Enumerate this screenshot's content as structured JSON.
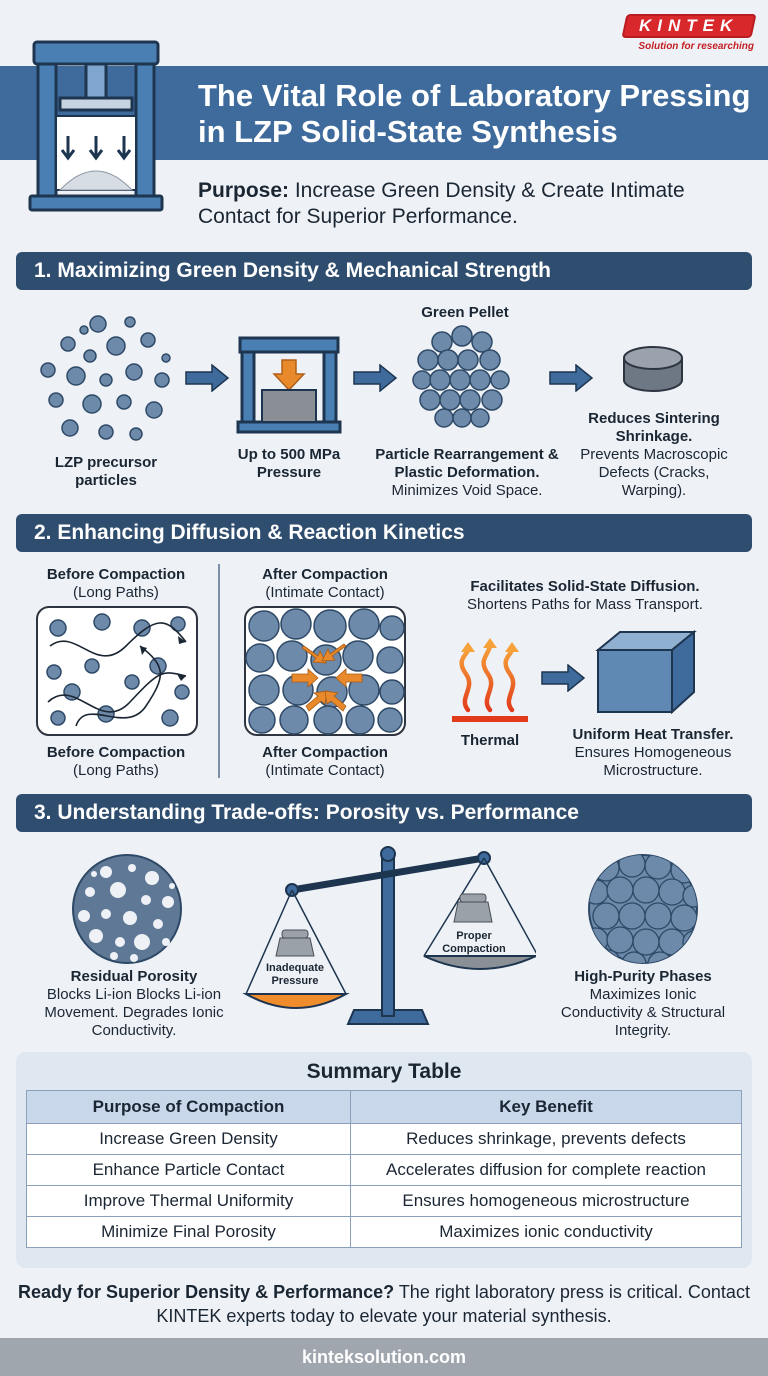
{
  "brand": {
    "name": "KINTEK",
    "tagline": "Solution for researching"
  },
  "header": {
    "title": "The Vital Role of Laboratory Pressing in LZP Solid-State Synthesis",
    "purpose_label": "Purpose:",
    "purpose_text": " Increase Green Density & Create Intimate Contact for Superior Performance."
  },
  "section1": {
    "title": "1. Maximizing Green Density & Mechanical Strength",
    "precursor_label": "LZP precursor particles",
    "pressure_label": "Up to 500 MPa Pressure",
    "pellet_title": "Green Pellet",
    "pellet_bold": "Particle Rearrangement & Plastic Deformation.",
    "pellet_text": "Minimizes Void Space.",
    "shrink_bold": "Reduces Sintering Shrinkage.",
    "shrink_text": "Prevents Macroscopic Defects (Cracks, Warping)."
  },
  "section2": {
    "title": "2. Enhancing Diffusion & Reaction Kinetics",
    "before_bold": "Before Compaction",
    "before_text": "(Long Paths)",
    "after_bold": "After Compaction",
    "after_text": "(Intimate Contact)",
    "diffusion_bold": "Facilitates Solid-State Diffusion.",
    "diffusion_text": "Shortens Paths for Mass Transport.",
    "thermal_label": "Thermal",
    "heat_bold": "Uniform Heat Transfer.",
    "heat_text": "Ensures Homogeneous Microstructure."
  },
  "section3": {
    "title": "3. Understanding Trade-offs: Porosity vs. Performance",
    "porosity_bold": "Residual Porosity",
    "porosity_text": "Blocks Li-ion Blocks Li-ion Movement. Degrades Ionic Conductivity.",
    "left_pan_label": "Inadequate Pressure",
    "right_pan_label": "Proper Compaction",
    "purity_bold": "High-Purity Phases",
    "purity_text": "Maximizes Ionic Conductivity & Structural Integrity."
  },
  "summary": {
    "title": "Summary Table",
    "headers": [
      "Purpose of Compaction",
      "Key Benefit"
    ],
    "rows": [
      [
        "Increase Green Density",
        "Reduces shrinkage, prevents defects"
      ],
      [
        "Enhance Particle Contact",
        "Accelerates diffusion for complete reaction"
      ],
      [
        "Improve Thermal Uniformity",
        "Ensures homogeneous microstructure"
      ],
      [
        "Minimize Final Porosity",
        "Maximizes ionic conductivity"
      ]
    ]
  },
  "cta": {
    "bold": "Ready for Superior Density & Performance?",
    "text": " The right laboratory press is critical. Contact KINTEK experts today to elevate your material synthesis."
  },
  "footer": {
    "url": "kinteksolution.com"
  },
  "colors": {
    "primary": "#3e6b9c",
    "dark": "#2f4d6e",
    "accent": "#e8892c",
    "brand_red": "#d8282c"
  }
}
